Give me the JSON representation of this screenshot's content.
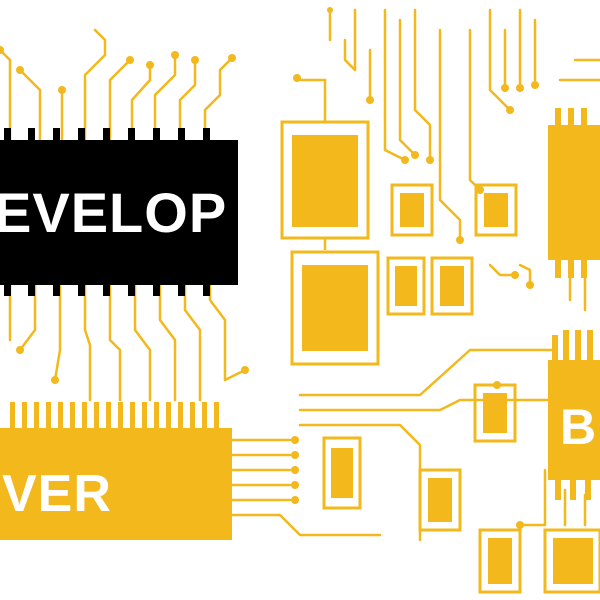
{
  "labels": {
    "chip_black": "EVELOP",
    "chip_bottom": "VER",
    "chip_right": "B"
  },
  "colors": {
    "trace": "#f2b81c",
    "chip_fill": "#f2b81c",
    "chip_black": "#000000",
    "background": "#ffffff",
    "label_text": "#ffffff"
  },
  "icons": [
    "circuit-board-icon",
    "microchip-icon",
    "resistor-icon",
    "capacitor-icon"
  ]
}
